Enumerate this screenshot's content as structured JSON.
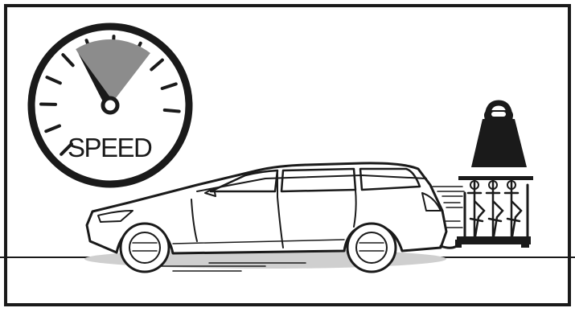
{
  "gauge": {
    "label": "SPEED",
    "needle_level": 0.45,
    "highlight_zone": [
      0.45,
      0.75
    ]
  },
  "icons": {
    "weight": "weight-icon",
    "bike_rack": "bike-rack-icon",
    "car": "station-wagon-icon",
    "speedometer": "speedometer-icon"
  },
  "colors": {
    "ink": "#1a1a1a",
    "zone": "#8c8c8c",
    "background": "#ffffff"
  }
}
